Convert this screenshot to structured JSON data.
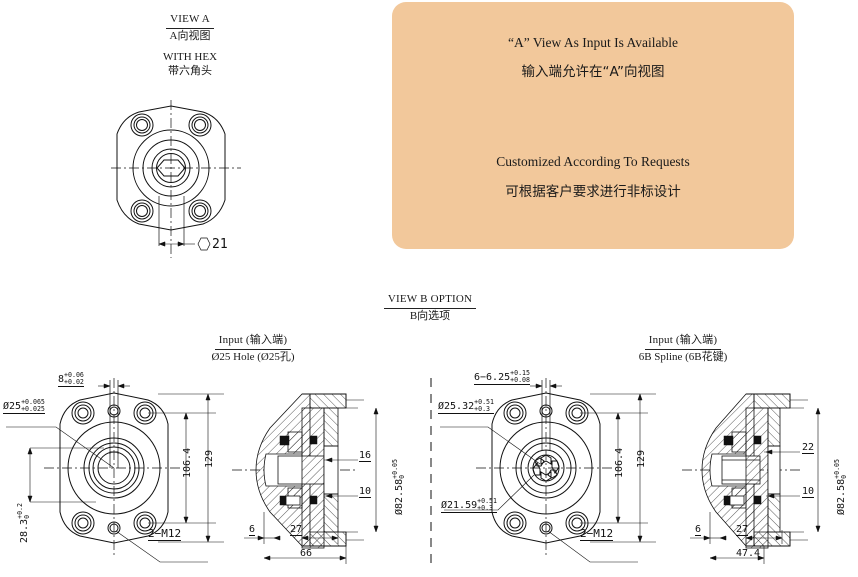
{
  "view_a": {
    "title_en": "VIEW A",
    "title_cn": "A向视图",
    "sub_en": "WITH HEX",
    "sub_cn": "带六角头",
    "hex_label": "21"
  },
  "note_box": {
    "color": "#f2c89b",
    "line1_en": "“A” View As Input Is Available",
    "line1_cn": "输入端允许在“A”向视图",
    "line2_en": "Customized According To Requests",
    "line2_cn": "可根据客户要求进行非标设计"
  },
  "view_b": {
    "title_en": "VIEW B OPTION",
    "title_cn": "B向选项"
  },
  "left_option": {
    "header_en": "Input  (输入端)",
    "header_cn": "Ø25 Hole  (Ø25孔)",
    "front": {
      "key_width": "8",
      "key_width_tol_up": "+0.06",
      "key_width_tol_lo": "+0.02",
      "bore": "Ø25",
      "bore_tol_up": "+0.065",
      "bore_tol_lo": "+0.025",
      "key_depth": "28.3",
      "key_depth_tol_up": "+0.2",
      "key_depth_tol_lo": "0",
      "pcd": "106.4",
      "overall": "129",
      "thread": "2−M12"
    },
    "section": {
      "shaft_len": "16",
      "pilot_len": "10",
      "pilot_dia": "Ø82.58",
      "pilot_dia_tol_up": "+0.05",
      "pilot_dia_tol_lo": "0",
      "flange_thk": "6",
      "mid": "27",
      "total": "66"
    }
  },
  "right_option": {
    "header_en": "Input  (输入端)",
    "header_cn": "6B Spline  (6B花键)",
    "front": {
      "spline_teeth": "6−6.25",
      "spline_tol_up": "+0.15",
      "spline_tol_lo": "+0.08",
      "major_dia": "Ø25.32",
      "major_tol_up": "+0.51",
      "major_tol_lo": "+0.3",
      "minor_dia": "Ø21.59",
      "minor_tol_up": "+0.51",
      "minor_tol_lo": "+0.3",
      "pcd": "106.4",
      "overall": "129",
      "thread": "2−M12"
    },
    "section": {
      "shaft_len": "22",
      "pilot_len": "10",
      "pilot_dia": "Ø82.58",
      "pilot_dia_tol_up": "+0.05",
      "pilot_dia_tol_lo": "0",
      "flange_thk": "6",
      "mid": "27",
      "total": "47.4"
    }
  }
}
